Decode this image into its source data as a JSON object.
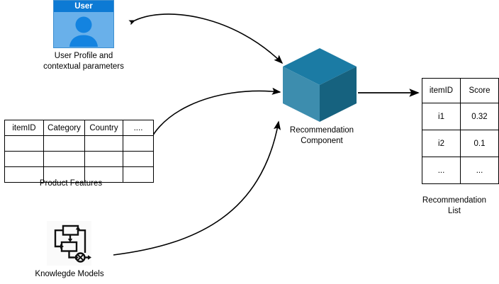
{
  "diagram": {
    "title": "Recommendation system architecture diagram",
    "background_color": "#ffffff"
  },
  "user_card": {
    "header_label": "User",
    "header_color": "#0d7ad4",
    "body_color": "#69b0ea",
    "icon_name": "user-avatar-icon",
    "caption": "User Profile and\ncontextual parameters"
  },
  "product_features": {
    "caption": "Product Features",
    "columns": [
      "itemID",
      "Category",
      "Country",
      "...."
    ],
    "rows": [
      [
        "",
        "",
        "",
        ""
      ],
      [
        "",
        "",
        "",
        ""
      ],
      [
        "",
        "",
        "",
        ""
      ]
    ]
  },
  "knowledge_models": {
    "caption": "Knowlegde Models",
    "icon_name": "block-diagram-icon"
  },
  "recommendation_component": {
    "caption": "Recommendation\nComponent",
    "shape": "cube",
    "colors": {
      "top": "#1b7ba4",
      "left": "#3d8dae",
      "right": "#16627f"
    }
  },
  "recommendation_list": {
    "caption": "Recommendation\nList",
    "columns": [
      "itemID",
      "Score"
    ],
    "rows": [
      [
        "i1",
        "0.32"
      ],
      [
        "i2",
        "0.1"
      ],
      [
        "...",
        "..."
      ]
    ]
  },
  "connectors": [
    {
      "name": "user-to-component",
      "from": "user_card",
      "to": "recommendation_component",
      "style": "curved-arrow"
    },
    {
      "name": "product-to-component",
      "from": "product_features",
      "to": "recommendation_component",
      "style": "curved-arrow"
    },
    {
      "name": "knowledge-to-component",
      "from": "knowledge_models",
      "to": "recommendation_component",
      "style": "curved-arrow"
    },
    {
      "name": "component-to-list",
      "from": "recommendation_component",
      "to": "recommendation_list",
      "style": "straight-arrow"
    }
  ],
  "stroke_color": "#000000"
}
